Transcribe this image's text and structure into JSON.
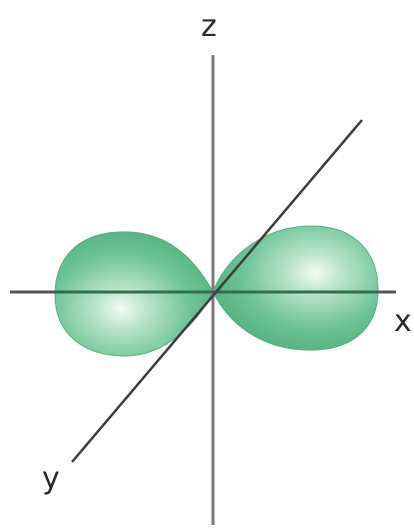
{
  "axes": {
    "z_label": "z",
    "x_label": "x",
    "y_label": "y"
  },
  "colors": {
    "lobe_light": "#b9e4c9",
    "lobe_mid": "#6cc296",
    "lobe_dark": "#3f9e6d",
    "axis": "#6e6e6e",
    "axis_dark": "#3d3d3d"
  }
}
